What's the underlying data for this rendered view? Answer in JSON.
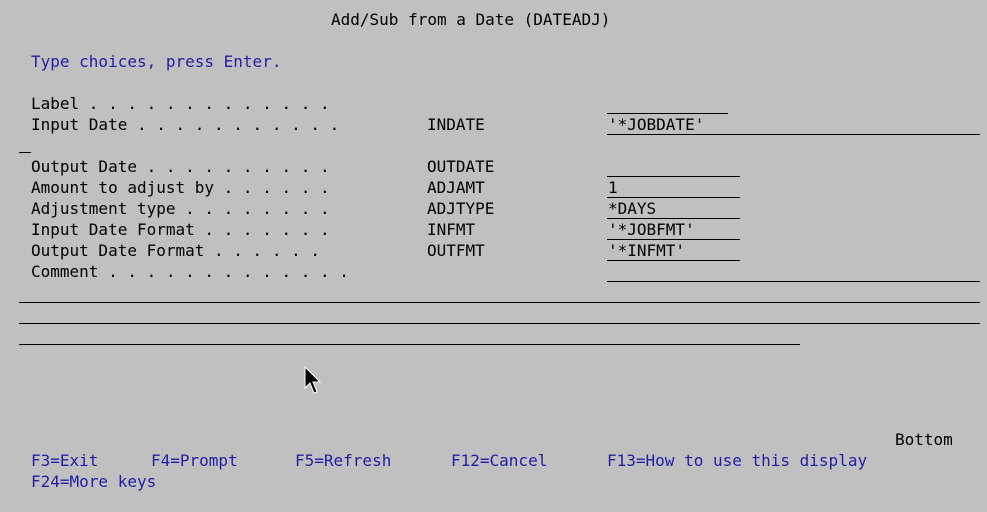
{
  "screen": {
    "title": "Add/Sub from a Date (DATEADJ)",
    "instructions": "Type choices, press Enter.",
    "position_indicator": "Bottom"
  },
  "prompts": [
    {
      "label": "Label",
      "dots": " . . . . . . . . . . . . .",
      "keyword": "",
      "value": ""
    },
    {
      "label": "Input Date",
      "dots": " . . . . . . . . . . .",
      "keyword": "INDATE",
      "value": "'*JOBDATE'"
    },
    {
      "label": "Output Date",
      "dots": " . . . . . . . . . .",
      "keyword": "OUTDATE",
      "value": ""
    },
    {
      "label": "Amount to adjust by",
      "dots": " . . . . . .",
      "keyword": "ADJAMT",
      "value": "1"
    },
    {
      "label": "Adjustment type",
      "dots": " . . . . . . . .",
      "keyword": "ADJTYPE",
      "value": "*DAYS"
    },
    {
      "label": "Input Date Format",
      "dots": " . . . . . . .",
      "keyword": "INFMT",
      "value": "'*JOBFMT'"
    },
    {
      "label": "Output Date Format",
      "dots": " . . . . . .",
      "keyword": "OUTFMT",
      "value": "'*INFMT'"
    },
    {
      "label": "Comment",
      "dots": " . . . . . . . . . . . . .",
      "keyword": "",
      "value": ""
    }
  ],
  "function_keys": {
    "f3": "F3=Exit",
    "f4": "F4=Prompt",
    "f5": "F5=Refresh",
    "f12": "F12=Cancel",
    "f13": "F13=How to use this display",
    "f24": "F24=More keys"
  },
  "colors": {
    "background": "#c0c0c0",
    "text": "#000000",
    "highlight": "#1f1fa6"
  }
}
